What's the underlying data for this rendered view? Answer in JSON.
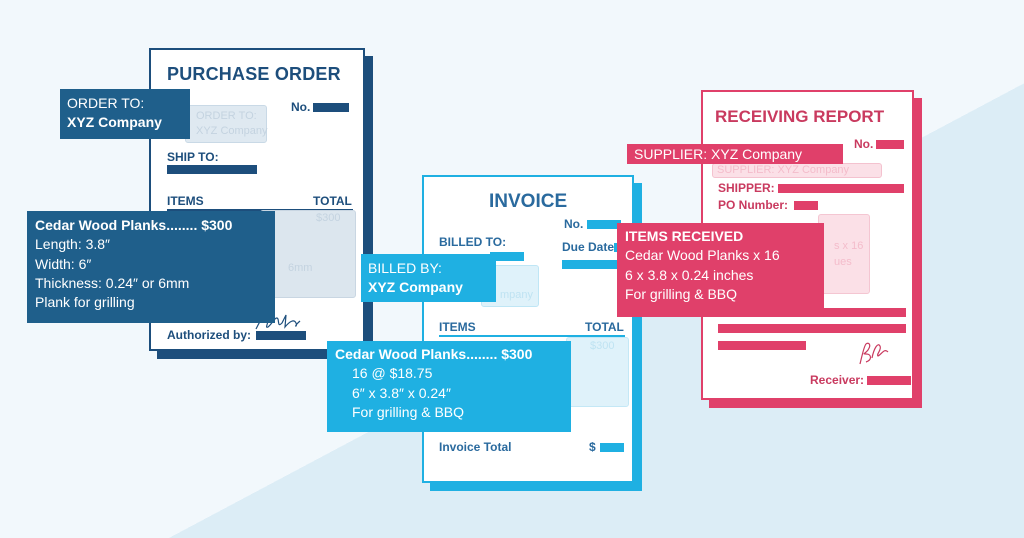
{
  "colors": {
    "po_blue": "#1d4e7c",
    "po_callout": "#1f5f8b",
    "invoice_blue": "#1fb0e2",
    "invoice_text": "#2a6a9e",
    "report_pink": "#e0406a",
    "background": "#eef6fb"
  },
  "purchase_order": {
    "title": "PURCHASE ORDER",
    "no_label": "No.",
    "order_to_ghost": "ORDER TO:",
    "order_to_ghost_value": "XYZ Company",
    "ship_to_label": "SHIP TO:",
    "items_label": "ITEMS",
    "total_label": "TOTAL",
    "ghost_total": "$300",
    "ghost_item": "6mm",
    "authorized_label": "Authorized by:",
    "signature_icon": "signature-icon"
  },
  "po_order_callout": {
    "line1": "ORDER TO:",
    "line2": "XYZ Company"
  },
  "po_item_callout": {
    "lines": [
      "Cedar Wood Planks........ $300",
      "Length: 3.8″",
      "Width: 6″",
      "Thickness: 0.24″ or 6mm",
      "Plank for grilling"
    ]
  },
  "invoice": {
    "title": "INVOICE",
    "no_label": "No.",
    "billed_to_label": "BILLED TO:",
    "due_date_label": "Due Date",
    "ghost_billed_by": "mpany",
    "items_label": "ITEMS",
    "total_label": "TOTAL",
    "ghost_total": "$300",
    "invoice_total_label": "Invoice Total",
    "dollar_sign": "$"
  },
  "invoice_billed_callout": {
    "line1": "BILLED BY:",
    "line2": "XYZ Company"
  },
  "invoice_item_callout": {
    "lines": [
      "Cedar Wood Planks........ $300",
      "16 @ $18.75",
      "6″ x 3.8″ x 0.24″",
      "For grilling & BBQ"
    ]
  },
  "receiving_report": {
    "title": "RECEIVING REPORT",
    "no_label": "No.",
    "ghost_supplier": "SUPPLIER: XYZ Company",
    "shipper_label": "SHIPPER:",
    "po_number_label": "PO Number:",
    "ghost_items": "s x 16",
    "ghost_items2": "ues",
    "receiver_label": "Receiver:",
    "signature_icon": "signature-icon"
  },
  "report_supplier_callout": {
    "text": "SUPPLIER: XYZ Company"
  },
  "report_items_callout": {
    "title": "ITEMS RECEIVED",
    "lines": [
      "Cedar Wood Planks x 16",
      "6 x 3.8 x 0.24 inches",
      "For grilling & BBQ"
    ]
  }
}
